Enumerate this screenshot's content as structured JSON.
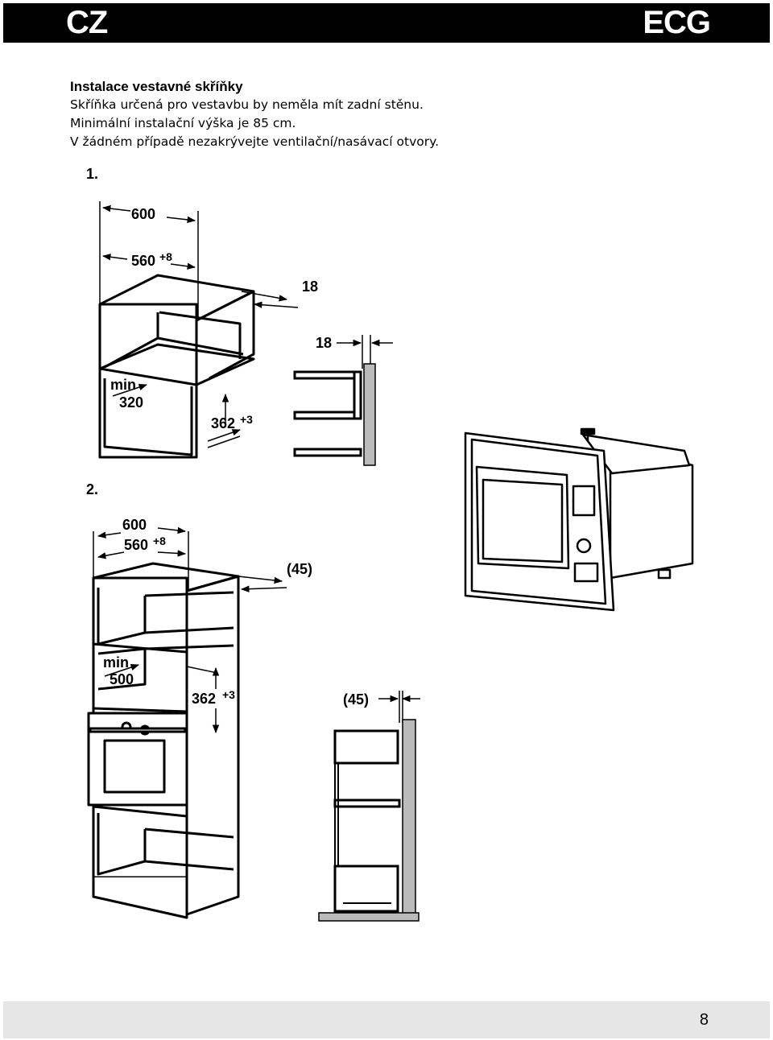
{
  "header": {
    "lang": "CZ",
    "brand": "ECG"
  },
  "intro": {
    "title": "Instalace vestavné skříňky",
    "lines": [
      "Skříňka určená pro vestavbu by neměla mít zadní stěnu.",
      "Minimální instalační výška je 85 cm.",
      "V žádném případě nezakrývejte ventilační/nasávací otvory."
    ]
  },
  "figure1": {
    "step": "1.",
    "outer_width": "600",
    "inner_width": "560",
    "inner_tol": "+8",
    "panel_top": "18",
    "panel_side": "18",
    "min_label": "min",
    "min_value": "320",
    "height": "362",
    "height_tol": "+3"
  },
  "figure2": {
    "step": "2.",
    "outer_width": "600",
    "inner_width": "560",
    "inner_tol": "+8",
    "panel_top": "(45)",
    "panel_side": "(45)",
    "min_label": "min",
    "min_value": "500",
    "height": "362",
    "height_tol": "+3"
  },
  "footer": {
    "page": "8"
  }
}
